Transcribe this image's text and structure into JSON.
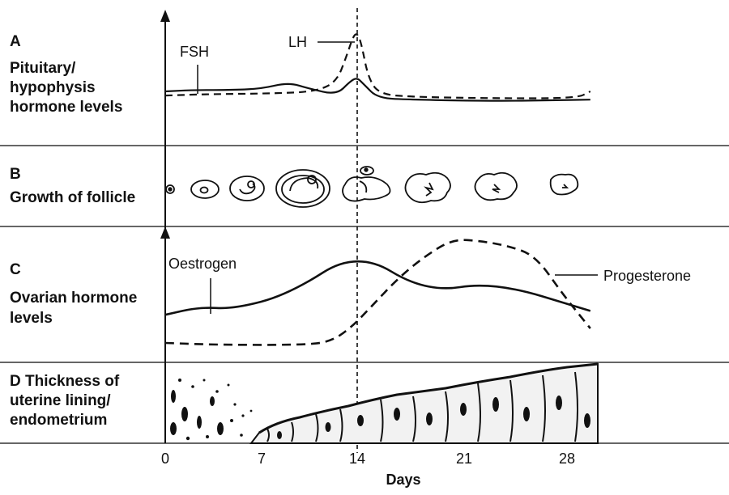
{
  "panels": {
    "a": {
      "letter": "A",
      "title_lines": [
        "Pituitary/",
        "hypophysis",
        "hormone levels"
      ]
    },
    "b": {
      "letter": "B",
      "title": "Growth of follicle"
    },
    "c": {
      "letter": "C",
      "title_lines": [
        "Ovarian hormone",
        "levels"
      ]
    },
    "d": {
      "title_lines": [
        "D Thickness of",
        "uterine lining/",
        "endometrium"
      ]
    }
  },
  "curve_labels": {
    "fsh": "FSH",
    "lh": "LH",
    "oestrogen": "Oestrogen",
    "progesterone": "Progesterone"
  },
  "x_axis": {
    "label": "Days",
    "ticks": [
      "0",
      "7",
      "14",
      "21",
      "28"
    ]
  },
  "chart_data": {
    "type": "line",
    "x_label": "Days",
    "x_ticks": [
      0,
      7,
      14,
      21,
      28
    ],
    "x_range": [
      0,
      31
    ],
    "marker_day": 14,
    "panels": [
      {
        "panel": "A",
        "series": [
          {
            "name": "FSH",
            "style": "solid",
            "x": [
              0,
              2,
              5,
              7,
              9,
              10.5,
              12.5,
              13.5,
              14,
              14.5,
              15.5,
              18,
              24,
              28,
              31
            ],
            "y": [
              0.2,
              0.22,
              0.22,
              0.24,
              0.33,
              0.24,
              0.15,
              0.35,
              0.4,
              0.3,
              0.1,
              0.08,
              0.06,
              0.07,
              0.08
            ]
          },
          {
            "name": "LH",
            "style": "dashed",
            "x": [
              0,
              3,
              8,
              11,
              12.5,
              13.2,
              13.7,
              14,
              14.3,
              14.8,
              15.6,
              18,
              24,
              30,
              31
            ],
            "y": [
              0.14,
              0.16,
              0.17,
              0.2,
              0.34,
              0.7,
              1.0,
              1.05,
              0.9,
              0.4,
              0.16,
              0.12,
              0.1,
              0.1,
              0.2
            ]
          }
        ]
      },
      {
        "panel": "C",
        "series": [
          {
            "name": "Oestrogen",
            "style": "solid",
            "x": [
              0,
              2.5,
              5,
              9,
              14,
              19,
              24,
              31
            ],
            "y": [
              0.34,
              0.42,
              0.4,
              0.55,
              1.0,
              0.57,
              0.68,
              0.38
            ]
          },
          {
            "name": "Progesterone",
            "style": "dashed",
            "x": [
              0,
              4,
              10,
              12,
              13.5,
              15,
              17,
              19,
              21,
              23,
              25,
              27,
              29,
              31
            ],
            "y": [
              0.05,
              0.03,
              0.03,
              0.06,
              0.2,
              0.42,
              0.72,
              0.95,
              1.12,
              1.1,
              1.05,
              0.95,
              0.55,
              0.2
            ]
          }
        ]
      }
    ]
  }
}
